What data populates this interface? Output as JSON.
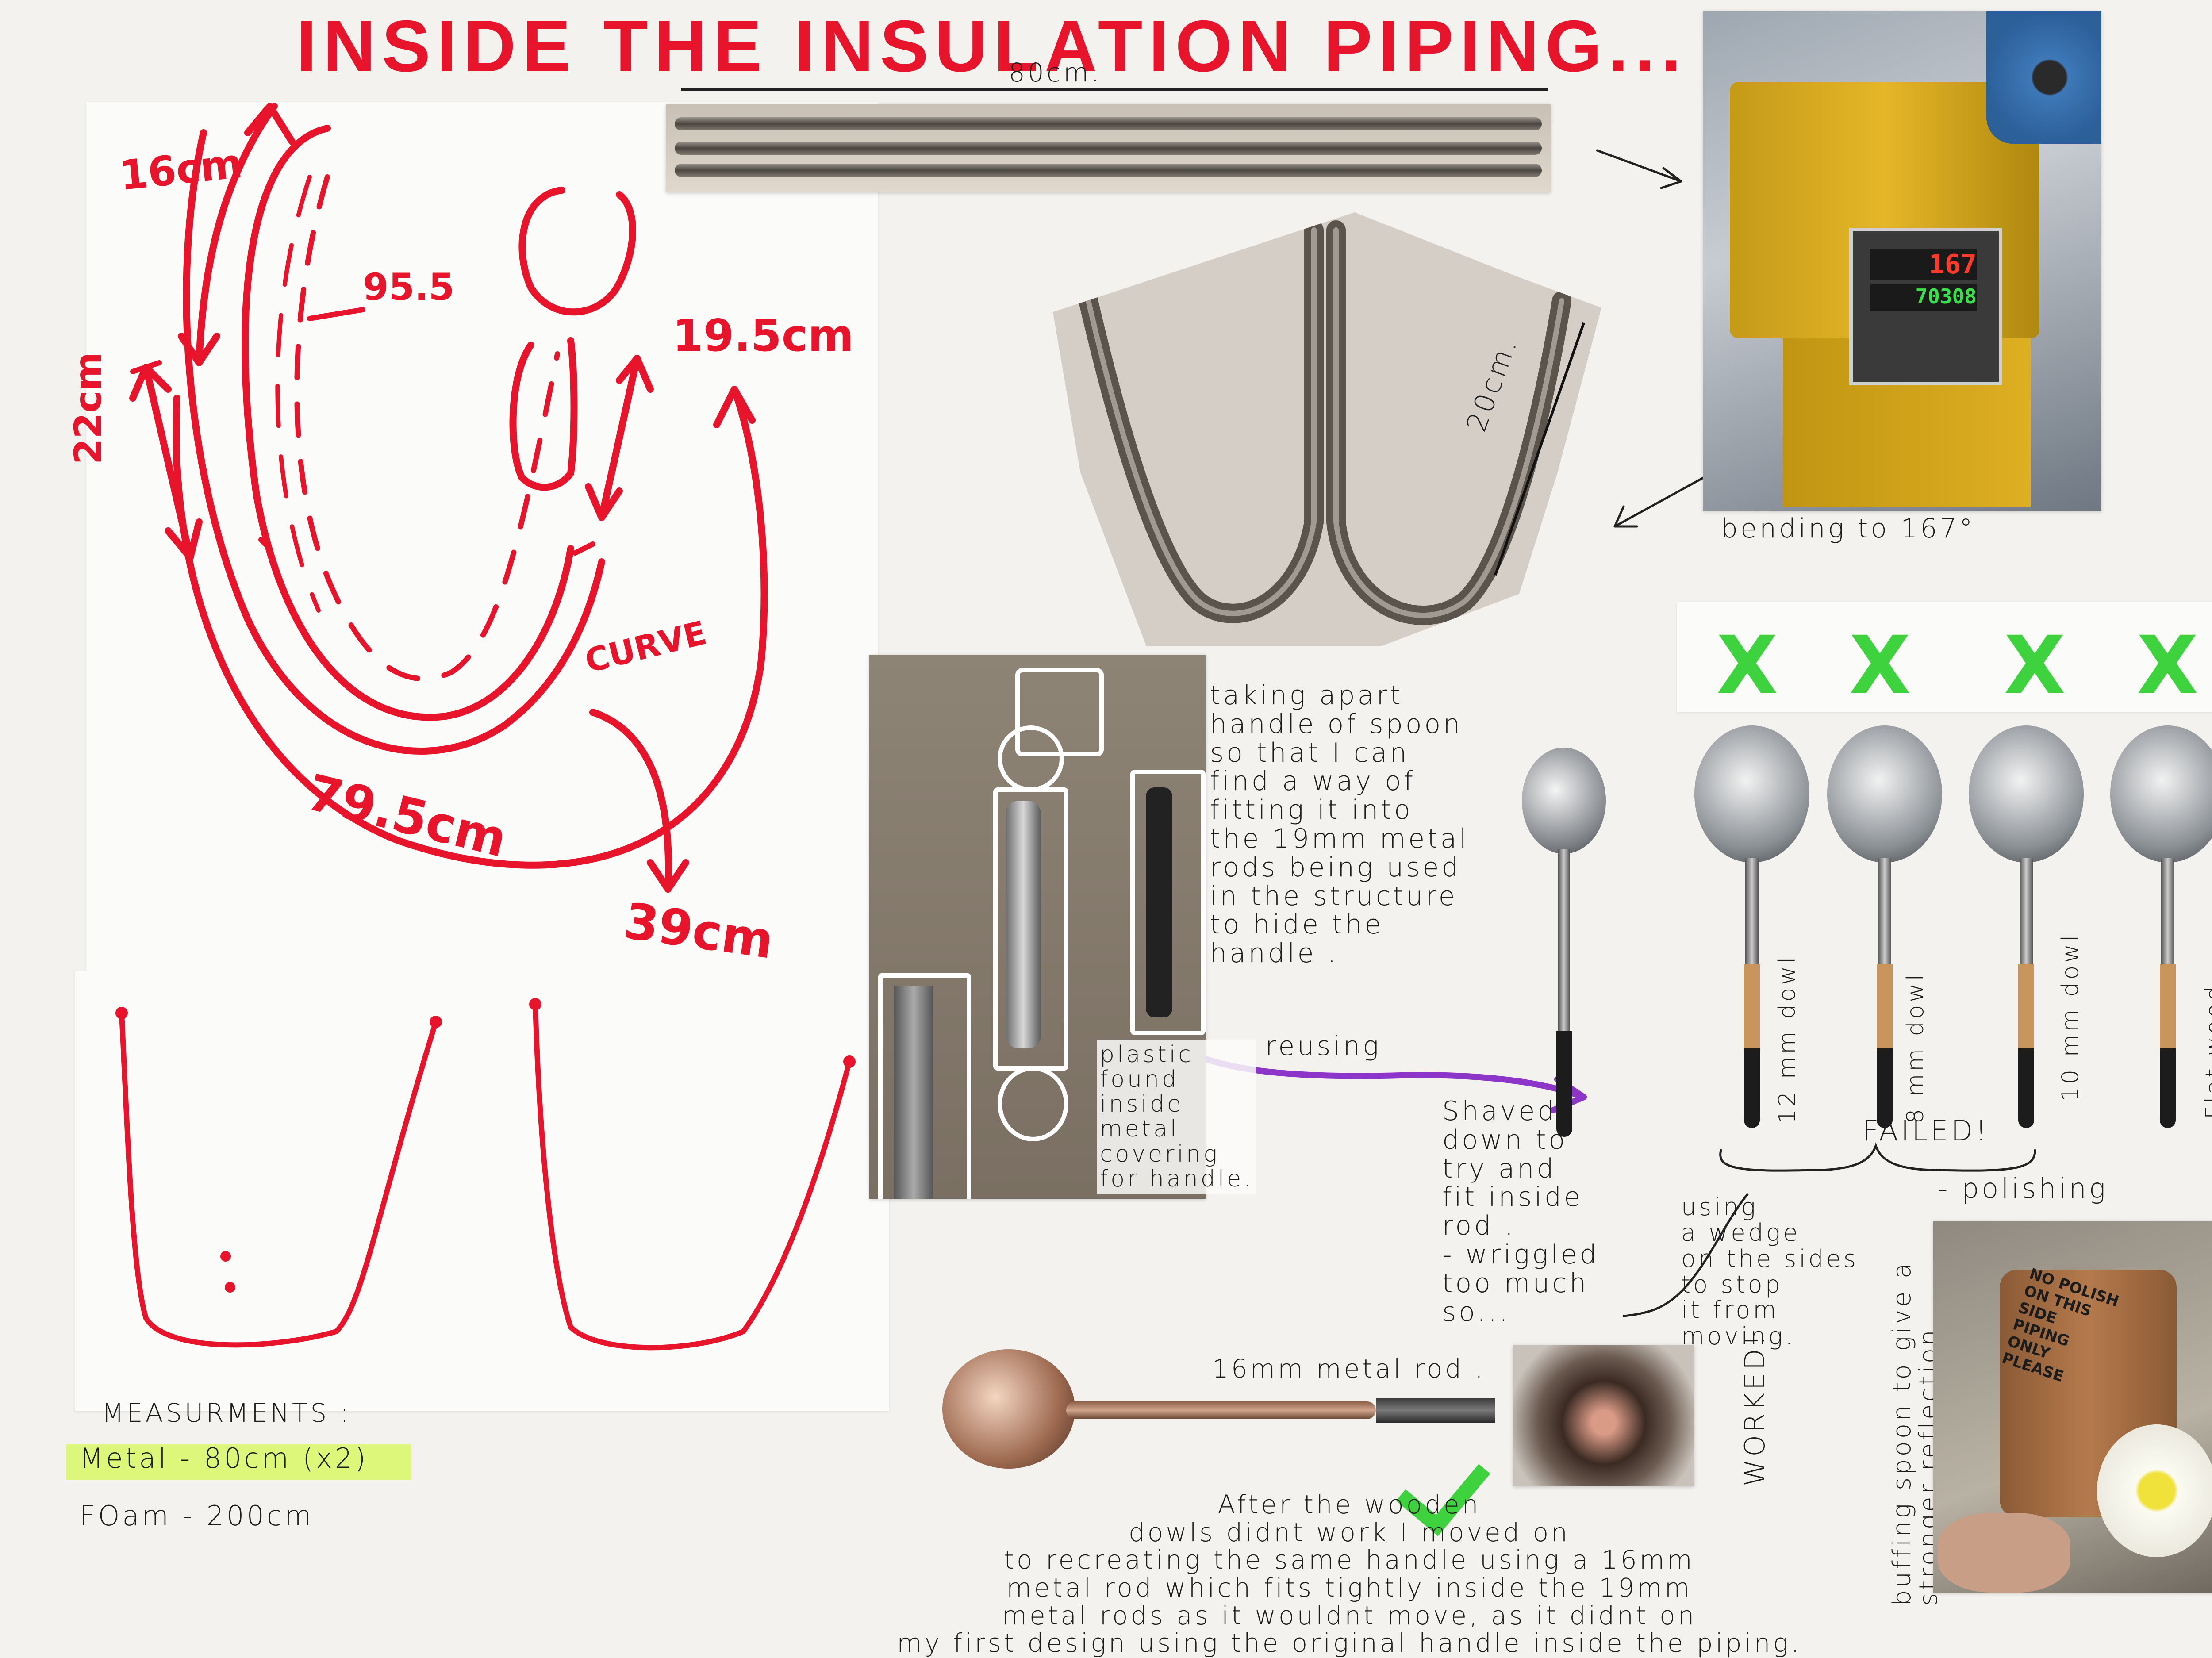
{
  "title": "INSIDE THE INSULATION PIPING...",
  "sketch": {
    "labels": {
      "a": "16cm",
      "b": "95.5",
      "c": "19.5cm",
      "d": "22cm",
      "e": "CURVE",
      "f": "79.5cm",
      "g": "39cm"
    }
  },
  "rods_photo": {
    "measure_label": "80cm."
  },
  "bent_photo": {
    "measure_label": "20cm."
  },
  "bender_photo": {
    "display_top": "167",
    "display_bottom": "70308",
    "caption": "bending to 167°"
  },
  "disassembly": {
    "note": "taking apart\nhandle of spoon\nso that I can\nfind a way of\nfitting it into\nthe 19mm metal\nrods being used\nin the structure\nto hide the\nhandle .",
    "plastic_note": "plastic\nfound\ninside\nmetal\ncovering\nfor handle.",
    "reusing": "reusing"
  },
  "first_spoon": {
    "note": "Shaved\ndown to\ntry and\nfit inside\nrod .\n- wriggled\ntoo much\nso..."
  },
  "failed_spoons": {
    "marks": [
      "X",
      "X",
      "X",
      "X"
    ],
    "labels": [
      "12 mm dowl",
      "8 mm dowl",
      "10 mm dowl",
      "Flat wood"
    ],
    "failed": "FAILED!",
    "wedge_note": "using\na wedge\non the sides\nto stop\nit from\nmoving."
  },
  "polishing": {
    "label": "- polishing",
    "side_note": "buffing spoon to give a\nstronger reflection",
    "sign": "NO POLISH\nON THIS\nSIDE\nPIPING\nONLY\nPLEASE"
  },
  "final": {
    "rod_label": "16mm metal rod .",
    "worked": "WORKED!",
    "note": "After the wooden\ndowls didnt work I moved on\nto recreating the same handle using a 16mm\nmetal rod which fits tightly inside the 19mm\nmetal rods as it wouldnt move, as it didnt on\nmy first design using the original handle inside the piping."
  },
  "measurements": {
    "heading": "MEASURMENTS :",
    "metal": "Metal - 80cm (x2)",
    "foam": "FOam - 200cm"
  },
  "colors": {
    "red_marker": "#e8142c",
    "green_marker": "#3fd23f",
    "purple_marker": "#8c35c8",
    "highlighter": "#dcf77a"
  }
}
